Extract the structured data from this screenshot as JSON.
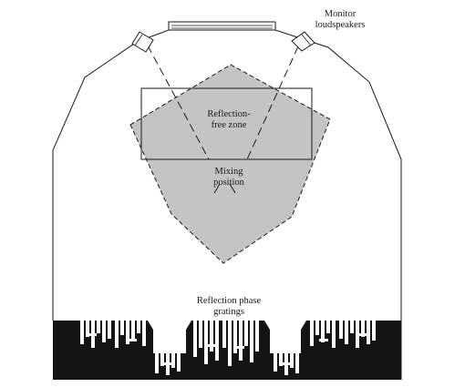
{
  "labels": {
    "monitor_line1": "Monitor",
    "monitor_line2": "loudspeakers",
    "reflection_free_line1": "Reflection-",
    "reflection_free_line2": "free zone",
    "mixing_line1": "Mixing",
    "mixing_line2": "position",
    "gratings_line1": "Reflection phase",
    "gratings_line2": "gratings"
  },
  "colors": {
    "outline": "#1a1a1a",
    "zone_fill": "#c4c4c4",
    "gratings_fill": "#141414",
    "background": "#ffffff"
  }
}
